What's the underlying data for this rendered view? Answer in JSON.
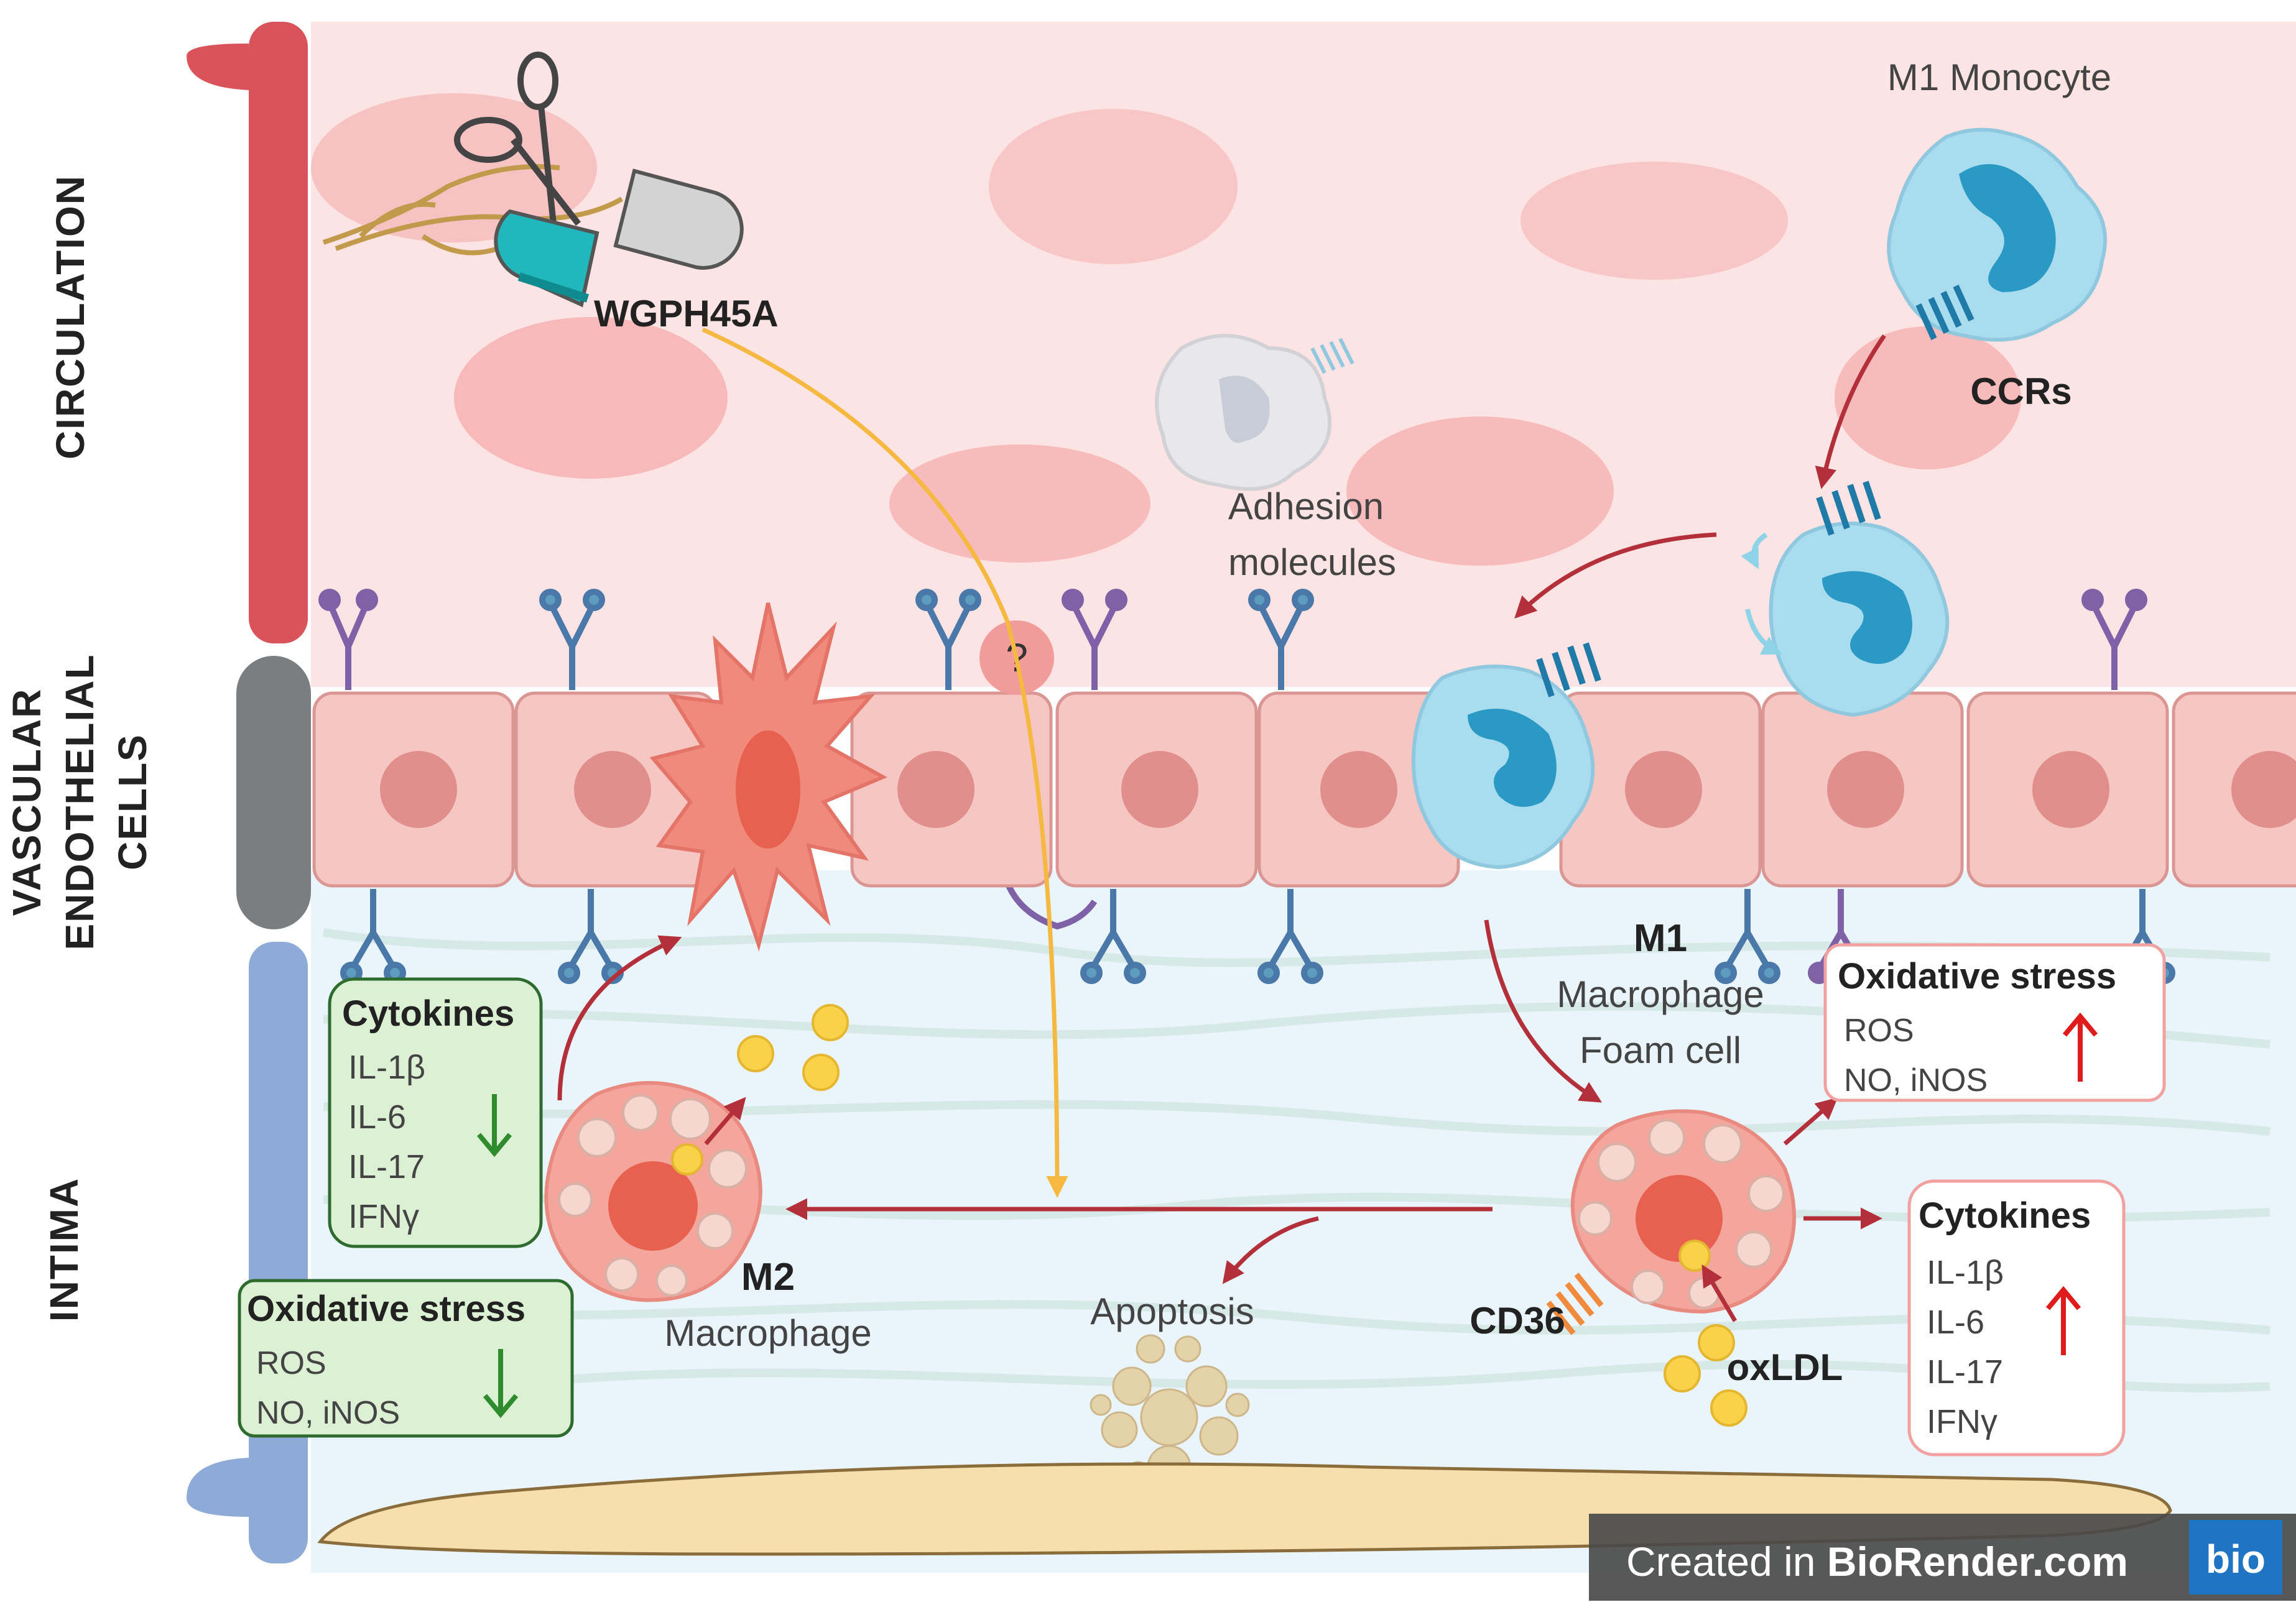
{
  "layers": {
    "circulation": "CIRCULATION",
    "vascular_line1": "VASCULAR",
    "vascular_line2": "ENDOTHELIAL",
    "vascular_line3": "CELLS",
    "intima": "INTIMA"
  },
  "labels": {
    "drug": "WGPH45A",
    "m1_monocyte": "M1 Monocyte",
    "ccrs": "CCRs",
    "adhesion_line1": "Adhesion",
    "adhesion_line2": "molecules",
    "question": "?",
    "m1_title": "M1",
    "m1_line2": "Macrophage",
    "m1_line3": "Foam cell",
    "m2_title": "M2",
    "m2_line2": "Macrophage",
    "apoptosis": "Apoptosis",
    "cd36": "CD36",
    "oxldl": "oxLDL"
  },
  "boxes": {
    "left_cytokines": {
      "title": "Cytokines",
      "items": [
        "IL-1β",
        "IL-6",
        "IL-17",
        "IFNγ"
      ],
      "trend": "down",
      "color": "#2e8b2e"
    },
    "left_oxidative": {
      "title": "Oxidative stress",
      "items": [
        "ROS",
        "NO, iNOS"
      ],
      "trend": "down",
      "color": "#2e8b2e"
    },
    "right_oxidative": {
      "title": "Oxidative stress",
      "items": [
        "ROS",
        "NO, iNOS"
      ],
      "trend": "up",
      "color": "#e01b1b"
    },
    "right_cytokines": {
      "title": "Cytokines",
      "items": [
        "IL-1β",
        "IL-6",
        "IL-17",
        "IFNγ"
      ],
      "trend": "up",
      "color": "#e01b1b"
    }
  },
  "watermark": {
    "prefix": "Created in ",
    "brand": "BioRender.com",
    "logo": "bio"
  },
  "colors": {
    "circulation_bg": "#fde4e4",
    "intima_bg": "#eaf5fb",
    "circulation_bar": "#d9535a",
    "endothelial_bar": "#7a7e80",
    "intima_bar": "#8eaad6",
    "arrow": "#b3303a",
    "drug_path": "#f5b942",
    "monocyte": "#a9dcef",
    "nucleus": "#2a9ac4",
    "endothelial_cell": "#f6c6c3",
    "macrophage": "#f4a69c"
  }
}
